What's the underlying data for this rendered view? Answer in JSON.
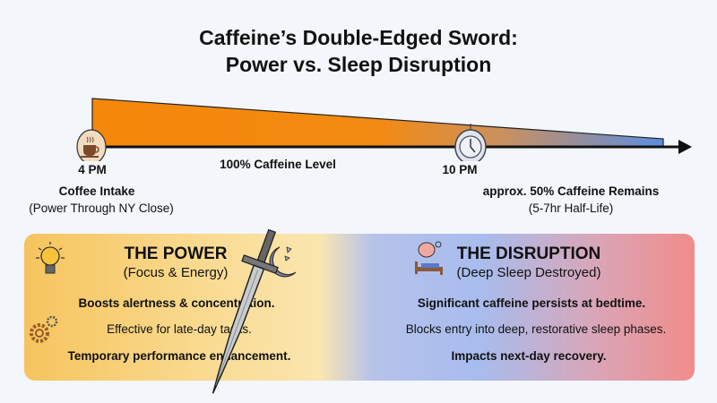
{
  "title": {
    "line1": "Caffeine’s Double-Edged Sword:",
    "line2": "Power vs. Sleep Disruption"
  },
  "timeline": {
    "start_time": "4 PM",
    "start_label": "Coffee Intake",
    "start_sub": "(Power Through NY Close)",
    "level_label": "100% Caffeine Level",
    "mid_time": "10 PM",
    "mid_label": "approx. 50% Caffeine Remains",
    "mid_sub": "(5-7hr Half-Life)",
    "start_color": "#f5870a",
    "end_color": "#5b8de0"
  },
  "power": {
    "heading": "THE POWER",
    "subheading": "(Focus & Energy)",
    "bullets": [
      "Boosts alertness & concentration.",
      "Effective for late-day tasks.",
      "Temporary performance enhancement."
    ]
  },
  "disruption": {
    "heading": "THE DISRUPTION",
    "subheading": "(Deep Sleep Destroyed)",
    "bullets": [
      "Significant caffeine persists at bedtime.",
      "Blocks entry into deep, restorative sleep phases.",
      "Impacts next-day recovery."
    ]
  }
}
